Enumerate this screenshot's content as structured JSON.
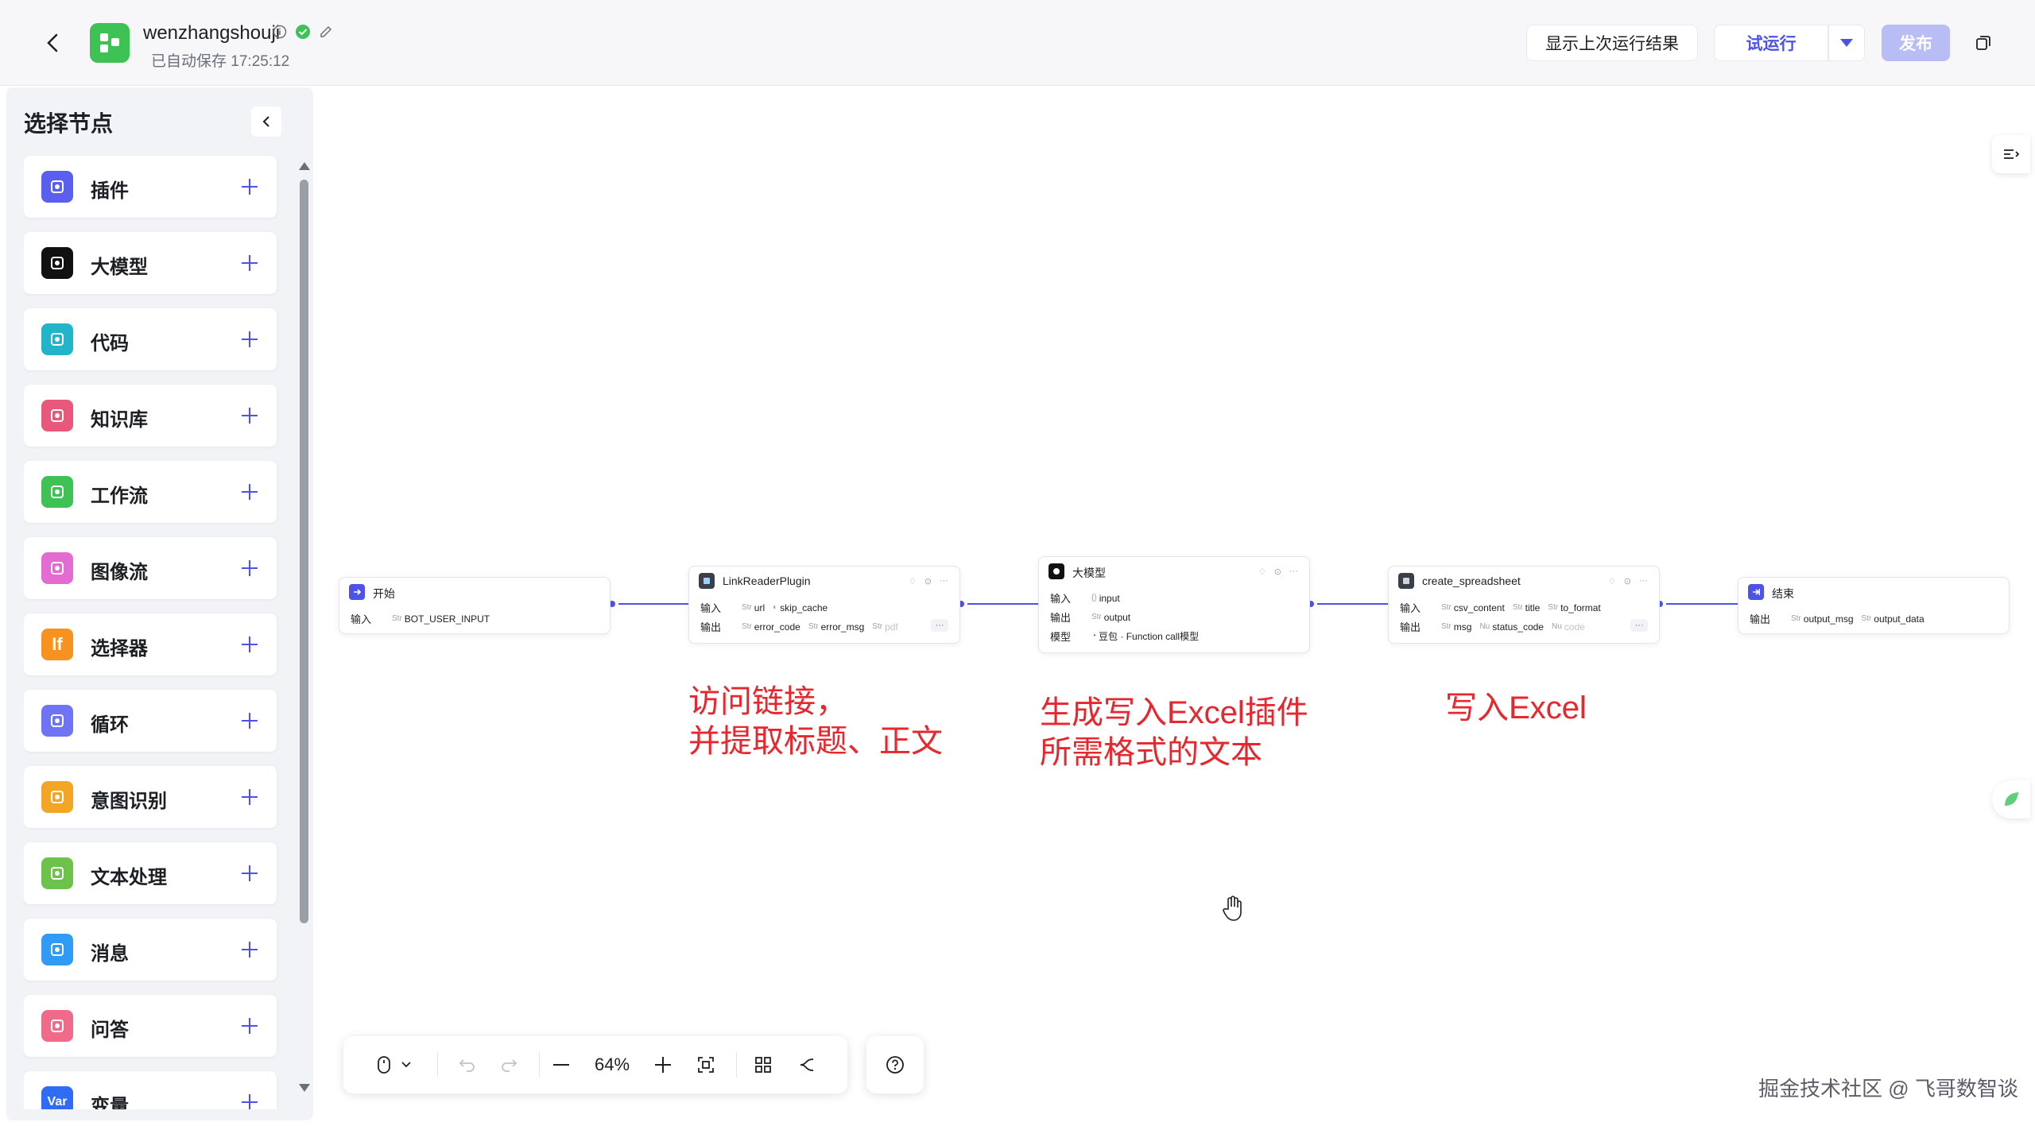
{
  "header": {
    "app_name": "wenzhangshouji",
    "autosave": "已自动保存 17:25:12",
    "show_last_run": "显示上次运行结果",
    "trial_run": "试运行",
    "publish": "发布"
  },
  "sidebar": {
    "title": "选择节点",
    "items": [
      {
        "label": "插件",
        "icon": "plugin-icon",
        "color": "#5b5ff0"
      },
      {
        "label": "大模型",
        "icon": "llm-icon",
        "color": "#111111"
      },
      {
        "label": "代码",
        "icon": "code-icon",
        "color": "#22b4c9"
      },
      {
        "label": "知识库",
        "icon": "knowledge-icon",
        "color": "#e8587a"
      },
      {
        "label": "工作流",
        "icon": "workflow-icon",
        "color": "#3ec254"
      },
      {
        "label": "图像流",
        "icon": "imageflow-icon",
        "color": "#e36bd1"
      },
      {
        "label": "选择器",
        "icon": "if-icon",
        "color": "#f7921e",
        "glyph": "If"
      },
      {
        "label": "循环",
        "icon": "loop-icon",
        "color": "#6e74f5"
      },
      {
        "label": "意图识别",
        "icon": "intent-icon",
        "color": "#f5a524"
      },
      {
        "label": "文本处理",
        "icon": "text-process-icon",
        "color": "#6cc24a"
      },
      {
        "label": "消息",
        "icon": "message-icon",
        "color": "#2f9bf4"
      },
      {
        "label": "问答",
        "icon": "qa-icon",
        "color": "#f06a8a"
      },
      {
        "label": "变量",
        "icon": "variable-icon",
        "color": "#2f6bf4",
        "glyph": "Var"
      }
    ]
  },
  "canvas": {
    "zoom": "64%",
    "nodes": {
      "start": {
        "title": "开始",
        "in_key": "输入",
        "in_tags": [
          "BOT_USER_INPUT"
        ]
      },
      "link_reader": {
        "title": "LinkReaderPlugin",
        "in_key": "输入",
        "in_tags": [
          "url",
          "skip_cache"
        ],
        "out_key": "输出",
        "out_tags": [
          "error_code",
          "error_msg",
          "pdf"
        ]
      },
      "llm": {
        "title": "大模型",
        "in_key": "输入",
        "in_tags": [
          "input"
        ],
        "out_key": "输出",
        "out_tags": [
          "output"
        ],
        "model_key": "模型",
        "model_value": "豆包 · Function call模型"
      },
      "spreadsheet": {
        "title": "create_spreadsheet",
        "in_key": "输入",
        "in_tags": [
          "csv_content",
          "title",
          "to_format"
        ],
        "out_key": "输出",
        "out_tags": [
          "msg",
          "status_code",
          "code"
        ]
      },
      "end": {
        "title": "结束",
        "out_key": "输出",
        "out_tags": [
          "output_msg",
          "output_data"
        ]
      }
    },
    "annotations": [
      {
        "line1": "访问链接，",
        "line2": "并提取标题、正文"
      },
      {
        "line1": "生成写入Excel插件",
        "line2": "所需格式的文本"
      },
      {
        "line1": "写入Excel",
        "line2": ""
      }
    ]
  },
  "watermark": "掘金技术社区 @ 飞哥数智谈",
  "colors": {
    "accent": "#4d53e8",
    "annotation": "#e8262d",
    "success": "#3ec254"
  }
}
